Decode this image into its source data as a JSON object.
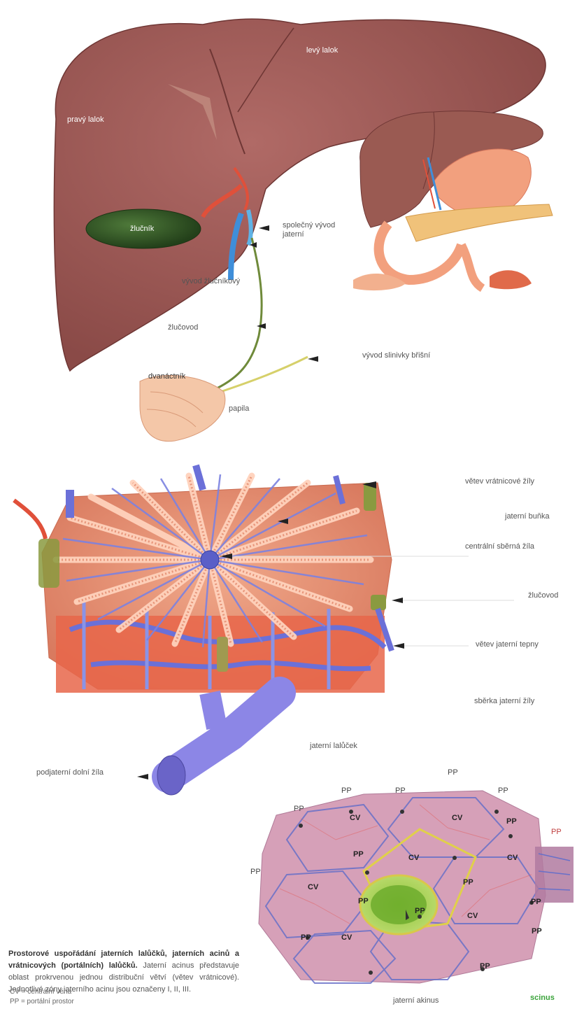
{
  "liver_labels": {
    "right_lobe": "pravý lalok",
    "left_lobe": "levý lalok",
    "gallbladder": "žlučník",
    "common_hepatic_duct": "společný vývod jaterní",
    "cystic_duct": "vývod žlučníkový",
    "bile_duct": "žlučovod",
    "pancreatic_duct": "vývod slinivky břišní",
    "duodenum": "dvanáctník",
    "papilla": "papila"
  },
  "lobule_labels": {
    "label_1": "větev vrátnicové žíly",
    "label_2": "jaterní buňka",
    "label_3": "centrální sběrná žíla",
    "label_4": "žlučovod",
    "label_5": "větev jaterní tepny",
    "label_6": "sběrka jaterní žíly",
    "label_7": "jaterní lalůček",
    "label_8": "podjaterní dolní žíla"
  },
  "grid_labels": {
    "pp": "PP",
    "cv": "CV",
    "caption_bottom": "jaterní akinus"
  },
  "caption": {
    "bold": "Prostorové uspořádání jaterních lalůčků, jaterních acinů a vrátnicových (portálních) lalůčků.",
    "rest": "Jaterní acinus představuje oblast prokrvenou jednou distribuční větví (větev vrátnicové). Jednotlivé zóny jaterního acinu jsou označeny I, II, III."
  },
  "legend": {
    "cv": "CV = centrální véna",
    "pp": "PP = portální prostor"
  },
  "credit": "scinus"
}
